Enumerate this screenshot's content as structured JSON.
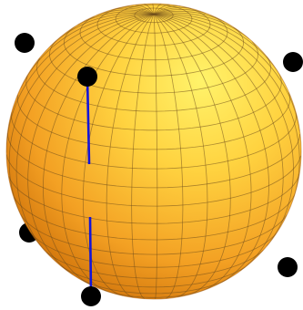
{
  "scene": {
    "colors": {
      "background": "#ffffff",
      "sphere_highlight": "#fff36a",
      "sphere_mid": "#ffc02e",
      "sphere_dark": "#c96a06",
      "mesh_line": "#6b4a1c",
      "vertex": "#000000",
      "segment": "#1414d8"
    },
    "objects": {
      "sphere": "orange-sphere-with-mesh",
      "vertices_count": 6,
      "segments_count": 2
    }
  }
}
